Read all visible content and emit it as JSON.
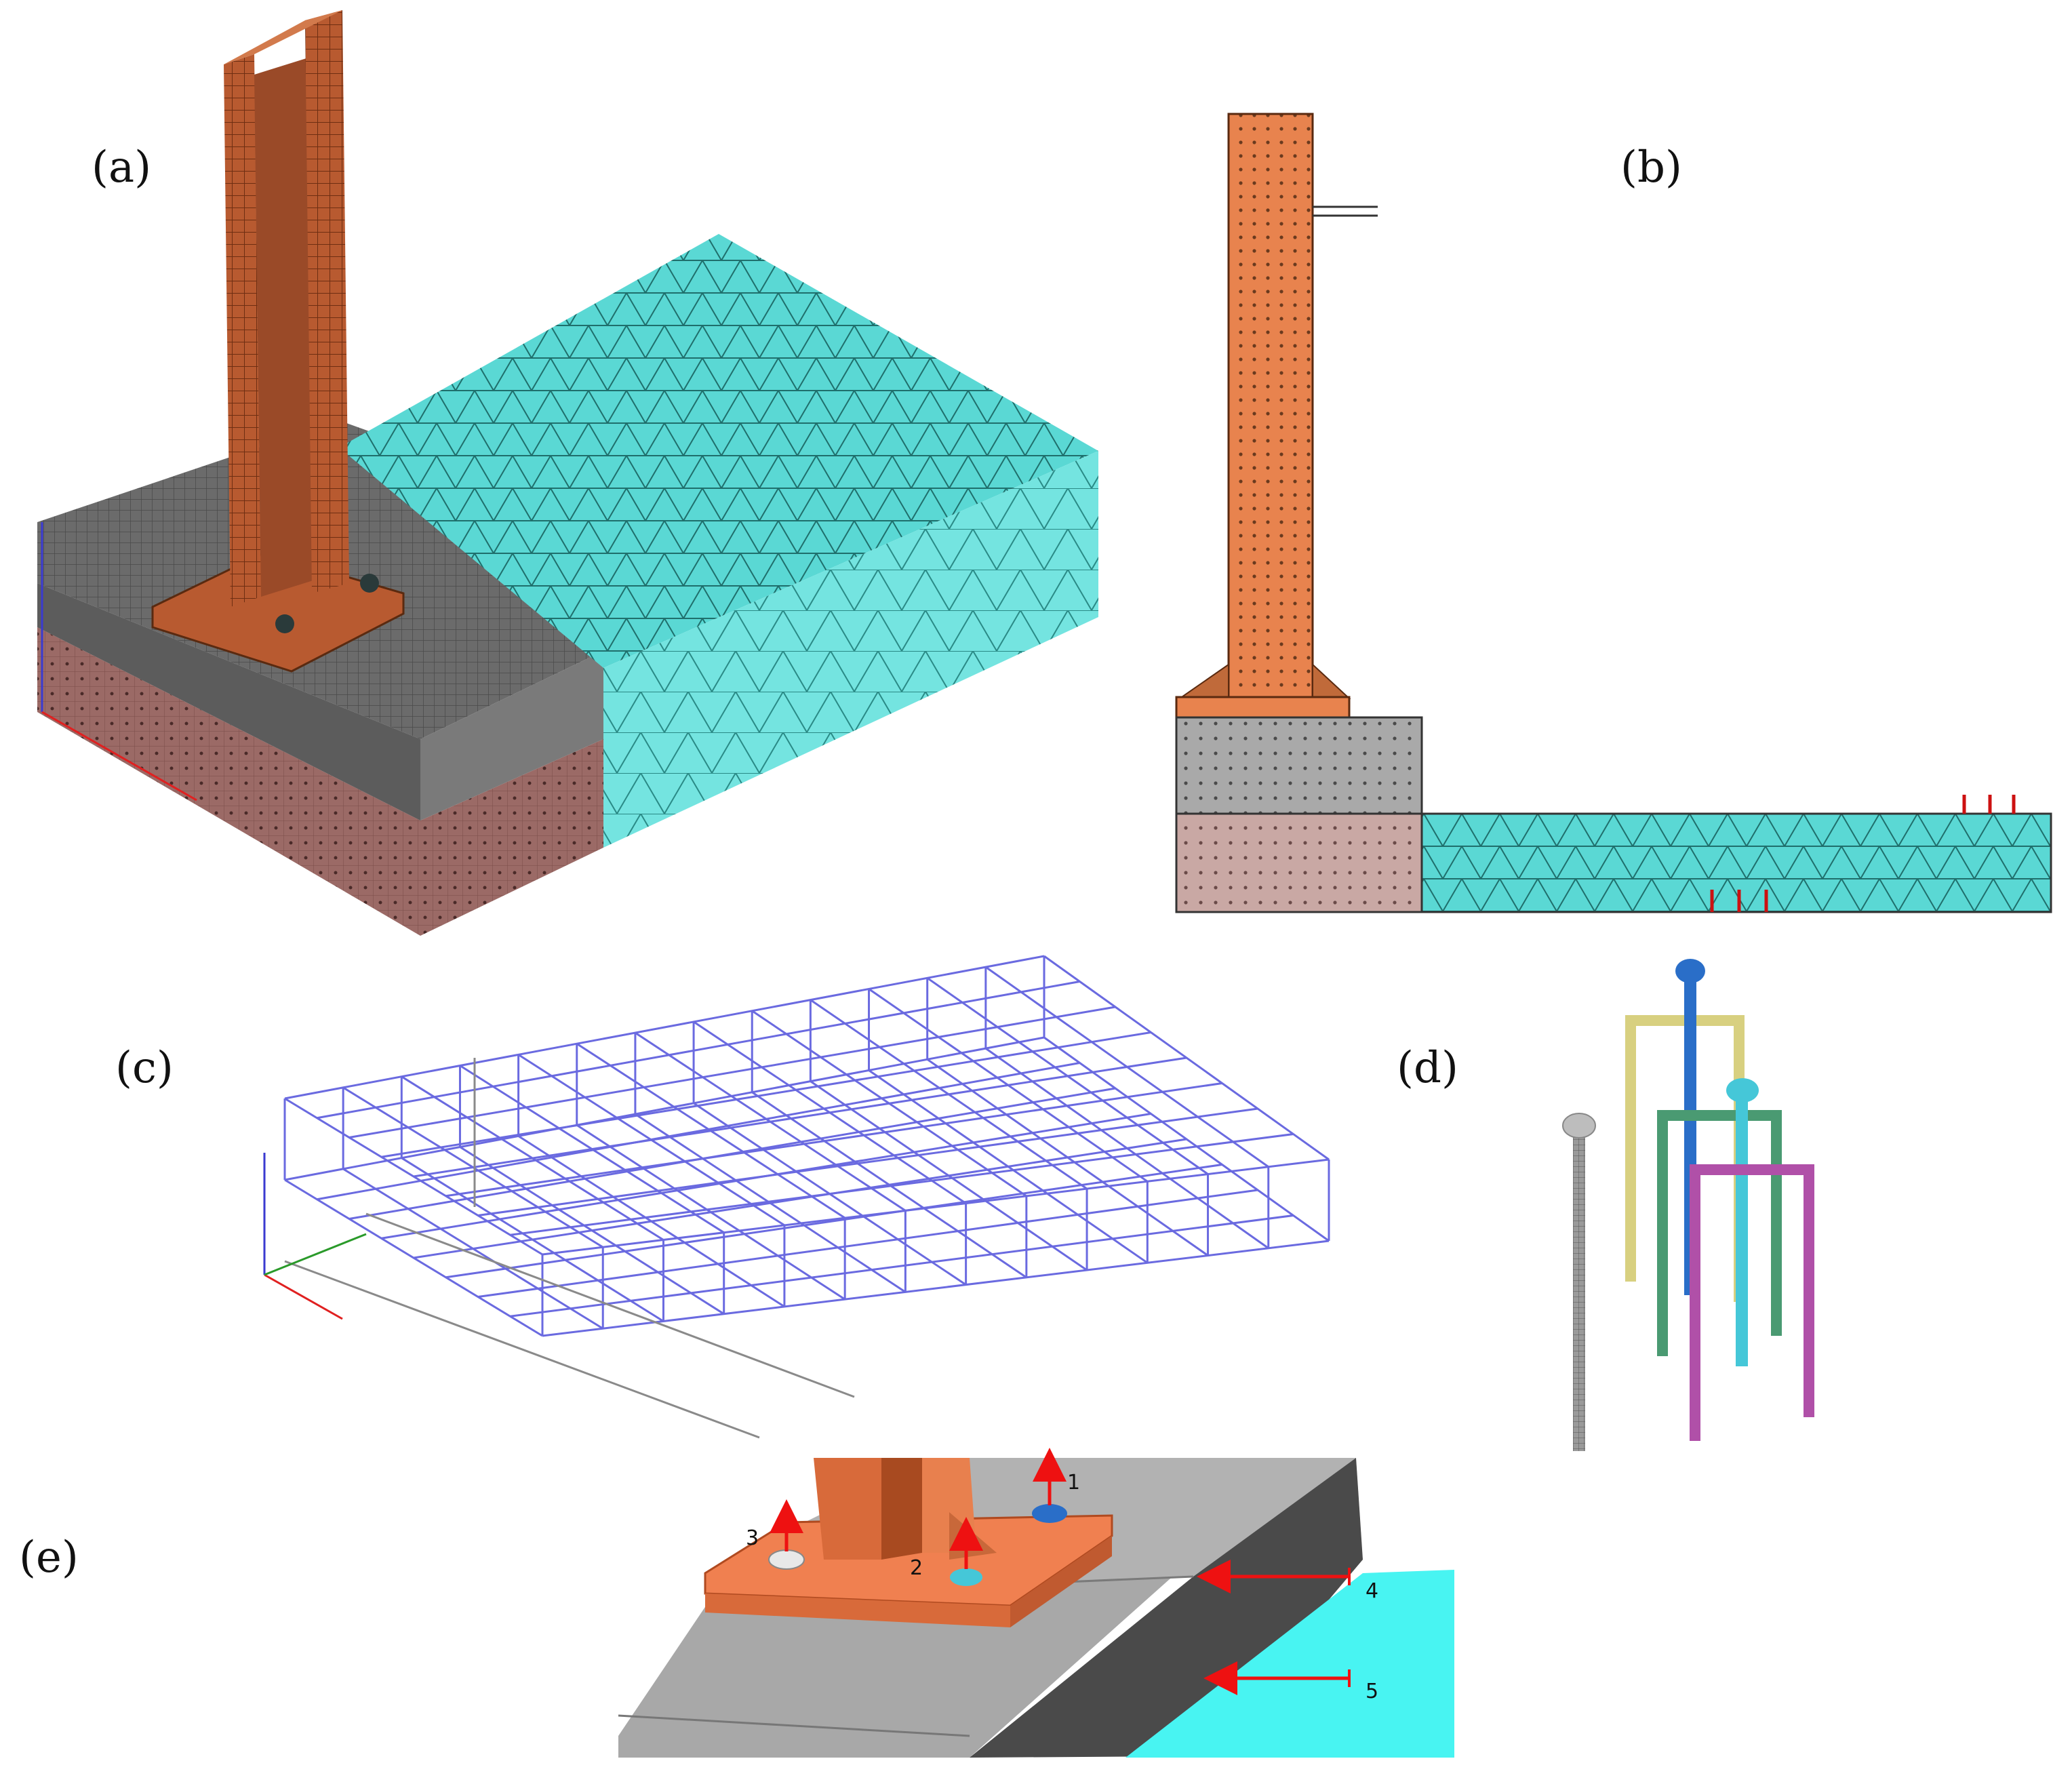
{
  "panels": {
    "a": {
      "label": "(a)"
    },
    "b": {
      "label": "(b)"
    },
    "c": {
      "label": "(c)"
    },
    "d": {
      "label": "(d)"
    },
    "e": {
      "label": "(e)",
      "markers": [
        "1",
        "2",
        "3",
        "4",
        "5"
      ]
    }
  },
  "colors": {
    "steel": "#b85a30",
    "steel_light": "#e8834e",
    "plate_e": "#f08050",
    "concrete": "#6e6e6e",
    "concrete_light": "#a8a8a8",
    "soil": "#9e6c68",
    "soil_light": "#c9a8a4",
    "slab": "#56dcd6",
    "slab_e": "#48f4f2",
    "rebar": "#6a6ae0",
    "arrow": "#ee1111",
    "bolt_blue": "#2a6ec8",
    "bolt_cyan": "#45c7d8",
    "bolt_gray": "#bdbdbd",
    "rebar_yellow": "#d8d080",
    "rebar_green": "#4a9a72",
    "rebar_purple": "#b050a8",
    "bar_gray": "#8a8a8a"
  }
}
